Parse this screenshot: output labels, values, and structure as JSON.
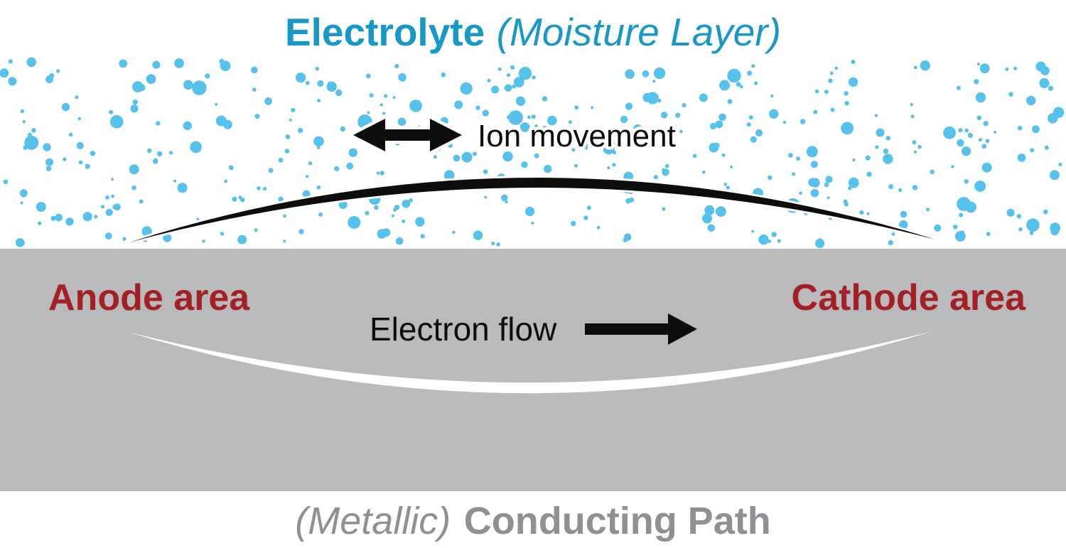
{
  "title": {
    "main": "Electrolyte",
    "sub": "(Moisture Layer)"
  },
  "electrolyte_layer": {
    "ion_movement_label": "Ion movement"
  },
  "metal_layer": {
    "anode_label": "Anode area",
    "cathode_label": "Cathode area",
    "electron_flow_label": "Electron flow"
  },
  "footer": {
    "metallic_label": "(Metallic)",
    "conducting_path_label": "Conducting Path"
  },
  "colors": {
    "electrolyte_blue": "#1898c6",
    "droplet_blue": "#56c2ec",
    "electrode_red": "#a32026",
    "metal_gray": "#b9babc",
    "footer_gray": "#8f9093",
    "arrow_black": "#0d0d0d"
  },
  "moisture_dots": {
    "count": 420,
    "seed": 987654321,
    "band": {
      "x_min": 0,
      "x_max": 1500,
      "y_min": 84,
      "y_max": 345
    },
    "title_clear_zone": {
      "x_min": 340,
      "x_max": 1165,
      "y_max": 90
    }
  }
}
